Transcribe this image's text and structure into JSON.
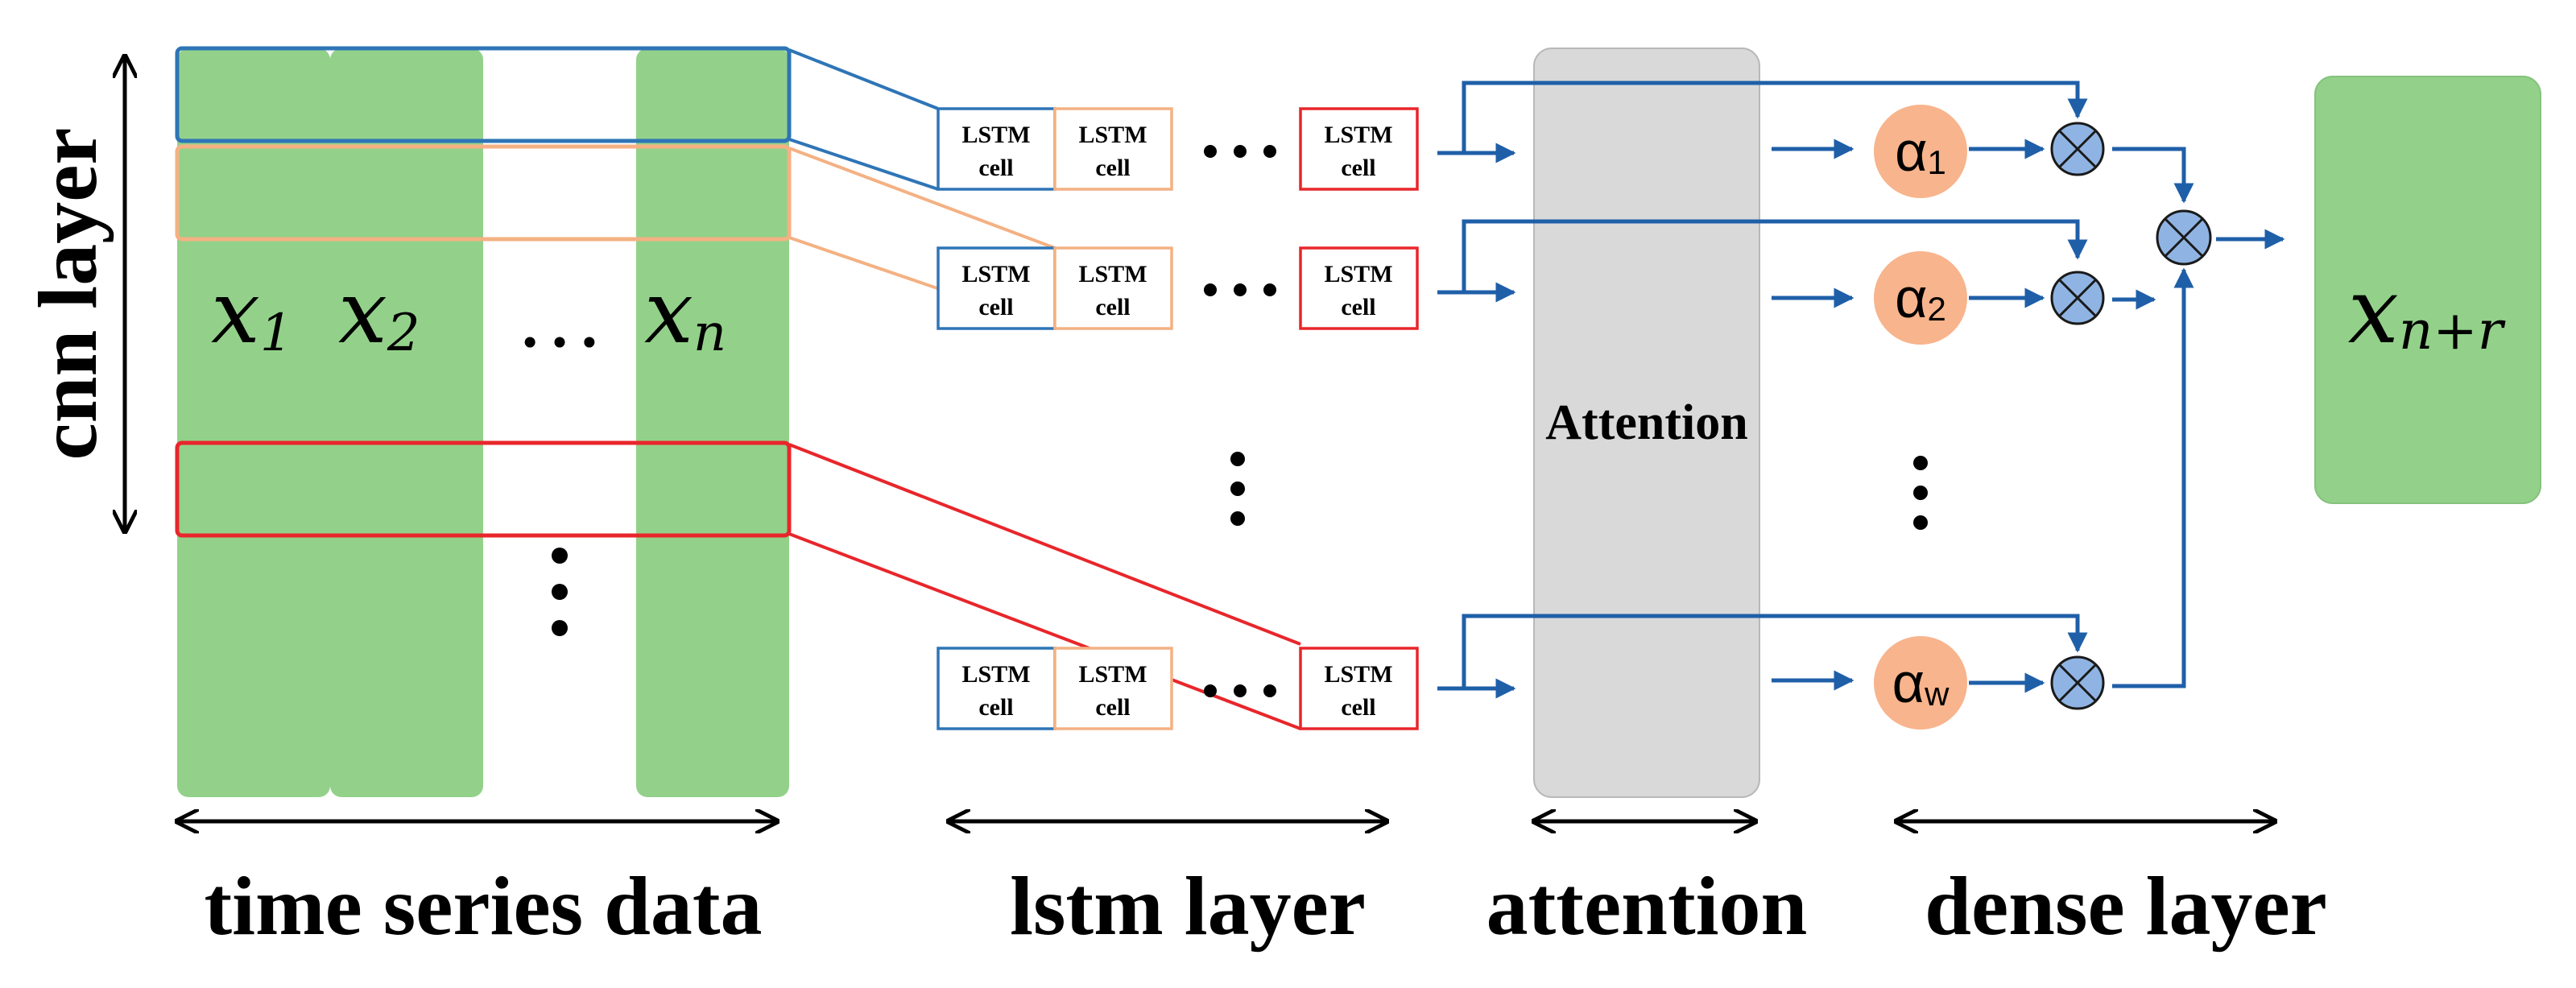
{
  "sections": {
    "cnn_layer": "cnn layer",
    "time_series": "time series data",
    "lstm_layer": "lstm layer",
    "attention": "attention",
    "dense_layer": "dense layer"
  },
  "inputs": {
    "x1": {
      "base": "x",
      "sub": "1"
    },
    "x2": {
      "base": "x",
      "sub": "2"
    },
    "xn": {
      "base": "x",
      "sub": "n"
    },
    "ellipsis": "…"
  },
  "lstm_cell": {
    "line1": "LSTM",
    "line2": "cell"
  },
  "attention_block": {
    "label": "Attention"
  },
  "weights": [
    {
      "base": "α",
      "sub": "1"
    },
    {
      "base": "α",
      "sub": "2"
    },
    {
      "base": "α",
      "sub": "w"
    }
  ],
  "output": {
    "base": "x",
    "sub": "n+r"
  },
  "colors": {
    "green": "#93d18a",
    "gray": "#d9d9d9",
    "blue": "#2e75b6",
    "orange": "#f4b183",
    "red": "#e8262b",
    "dark_blue": "#1f5fa8",
    "alpha_fill": "#f8b48c",
    "multiply_fill": "#8fb4e3"
  }
}
